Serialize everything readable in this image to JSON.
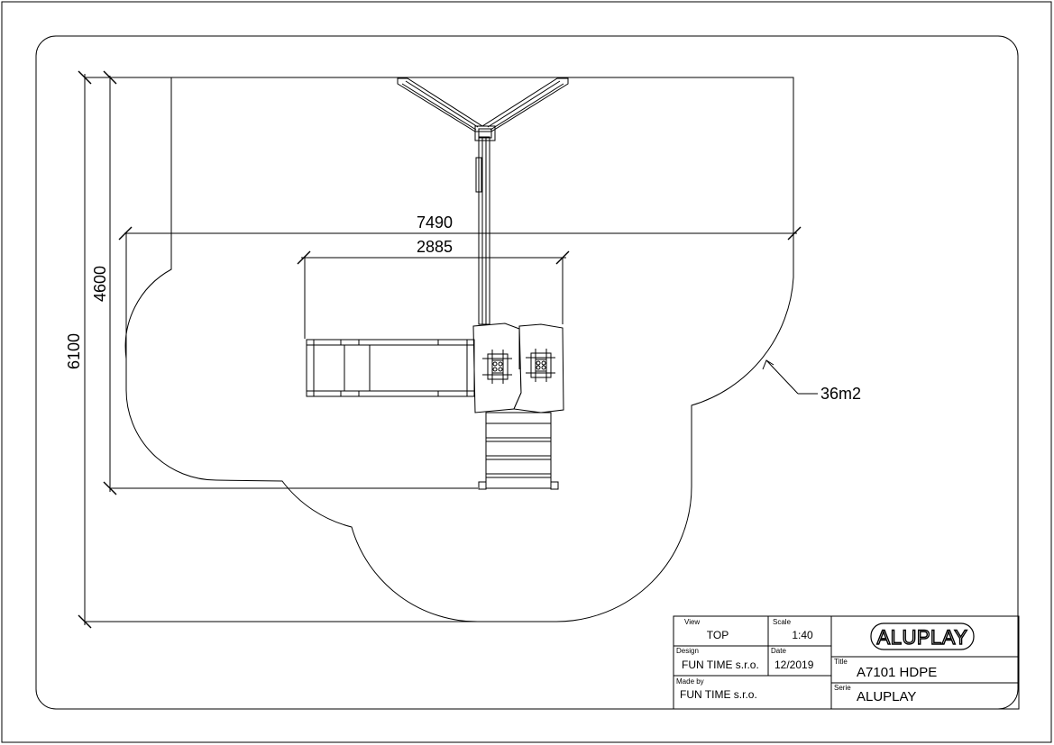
{
  "dimensions": {
    "overall_width": "7490",
    "platform_width": "2885",
    "inner_depth": "4600",
    "overall_depth": "6100",
    "area": "36m2"
  },
  "title_block": {
    "view_label": "View",
    "view_value": "TOP",
    "scale_label": "Scale",
    "scale_value": "1:40",
    "design_label": "Design",
    "design_value": "FUN TIME s.r.o.",
    "date_label": "Date",
    "date_value": "12/2019",
    "made_by_label": "Made by",
    "made_by_value": "FUN TIME s.r.o.",
    "title_label": "Title",
    "title_value": "A7101 HDPE",
    "serie_label": "Serie",
    "serie_value": "ALUPLAY",
    "logo_text": "ALUPLAY"
  }
}
